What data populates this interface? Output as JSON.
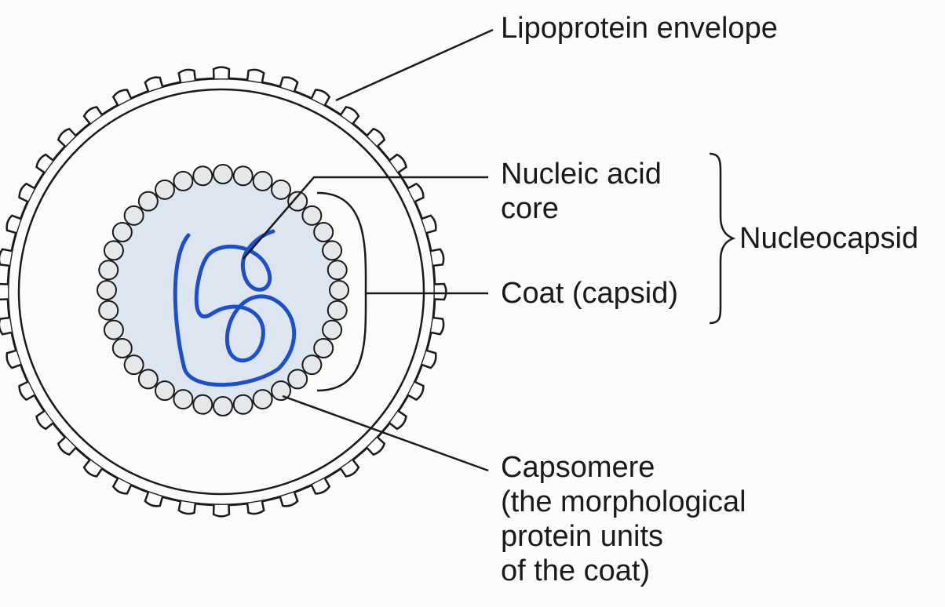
{
  "labels": {
    "envelope": "Lipoprotein envelope",
    "nucleic_acid": [
      "Nucleic acid",
      "core"
    ],
    "nucleocapsid": "Nucleocapsid",
    "coat": "Coat (capsid)",
    "capsomere": [
      "Capsomere",
      "(the morphological",
      "protein units",
      "of the coat)"
    ]
  },
  "colors": {
    "outline": "#1a1a1a",
    "capsid_fill": "#dde6f0",
    "capsomere_fill": "#e4e8ea",
    "nucleic_acid": "#1f4fc4"
  }
}
